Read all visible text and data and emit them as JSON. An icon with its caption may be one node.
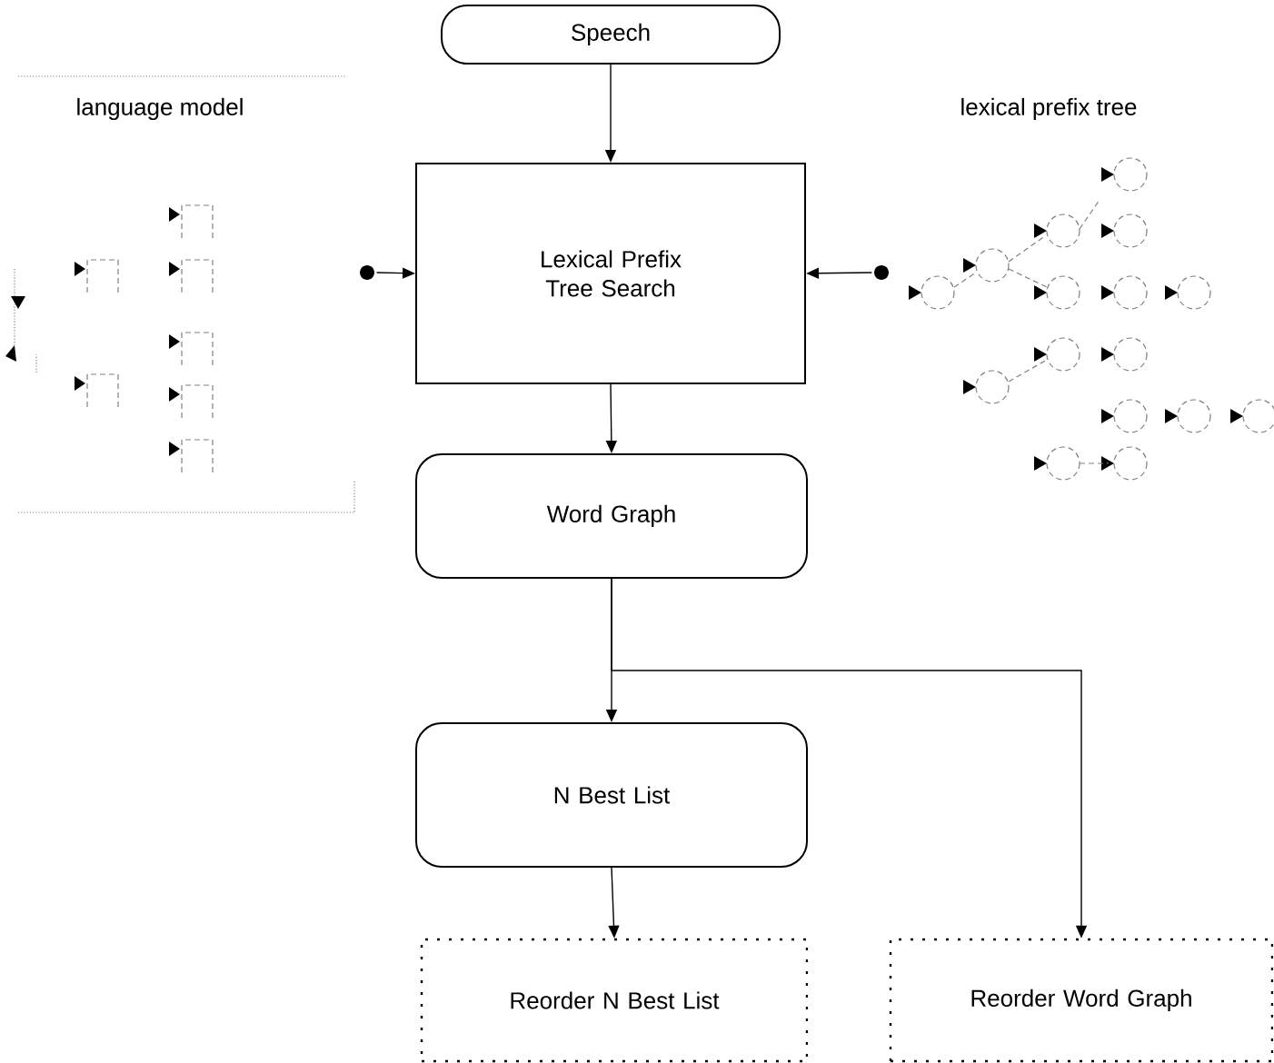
{
  "diagram": {
    "nodes": [
      {
        "text": [
          "Speech"
        ]
      },
      {
        "text": [
          "Lexical Prefix Tree Search"
        ]
      },
      {
        "text": [
          "Word Graph"
        ]
      },
      {
        "text": [
          "N Best List"
        ]
      },
      {
        "text": [
          "Reorder N Best List"
        ]
      },
      {
        "text": [
          "Reorder Word Graph"
        ]
      },
      {
        "text": [
          "language model"
        ]
      },
      {
        "text": [
          "lexical prefix tree"
        ]
      }
    ],
    "edges": [
      {
        "from": 0,
        "to": 1,
        "arrow": "to"
      },
      {
        "from": 1,
        "to": 2,
        "arrow": "to"
      },
      {
        "from": 2,
        "to": 3,
        "arrow": "to"
      },
      {
        "from": 2,
        "to": 5,
        "arrow": "to"
      },
      {
        "from": 3,
        "to": 4,
        "arrow": "to"
      },
      {
        "from": 6,
        "to": 1,
        "arrow": "to"
      },
      {
        "from": 7,
        "to": 1,
        "arrow": "to"
      }
    ]
  }
}
